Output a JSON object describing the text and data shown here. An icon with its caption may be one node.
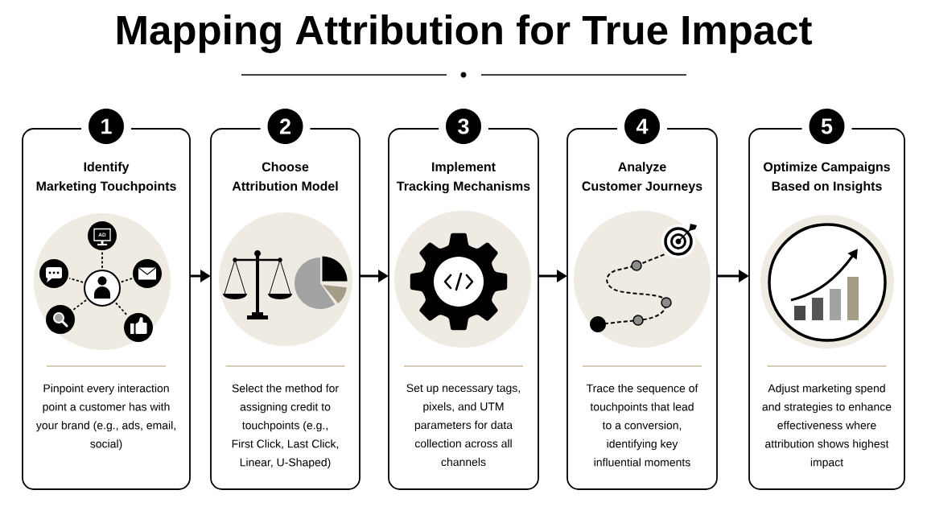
{
  "diagram": {
    "title": "Mapping Attribution for True Impact",
    "nodes": [
      {
        "text": [
          "1"
        ]
      },
      {
        "text": [
          "Identify Marketing Touchpoints",
          "Pinpoint every interaction point a customer has with your brand (e.g., ads, email, social)"
        ]
      },
      {
        "text": [
          "2"
        ]
      },
      {
        "text": [
          "Choose Attribution Model",
          "Select the method for assigning credit to touchpoints (e.g., First Click, Last Click, Linear, U-Shaped)"
        ]
      },
      {
        "text": [
          "3"
        ]
      },
      {
        "text": [
          "Implement Tracking Mechanisms",
          "Set up necessary tags, pixels, and UTM parameters for data collection across all channels"
        ]
      },
      {
        "text": [
          "4"
        ]
      },
      {
        "text": [
          "Analyze Customer Journeys",
          "Trace the sequence of touchpoints that lead to a conversion, identifying key influential moments"
        ]
      },
      {
        "text": [
          "5"
        ]
      },
      {
        "text": [
          "Optimize Campaigns Based on Insights",
          "Adjust marketing spend and strategies to enhance effectiveness where attribution shows highest impact"
        ]
      }
    ],
    "edges": [
      {
        "from": 1,
        "to": 3,
        "arrow": "to"
      },
      {
        "from": 3,
        "to": 5,
        "arrow": "to"
      },
      {
        "from": 5,
        "to": 7,
        "arrow": "to"
      },
      {
        "from": 7,
        "to": 9,
        "arrow": "to"
      }
    ],
    "labels": [
      "AD"
    ]
  }
}
